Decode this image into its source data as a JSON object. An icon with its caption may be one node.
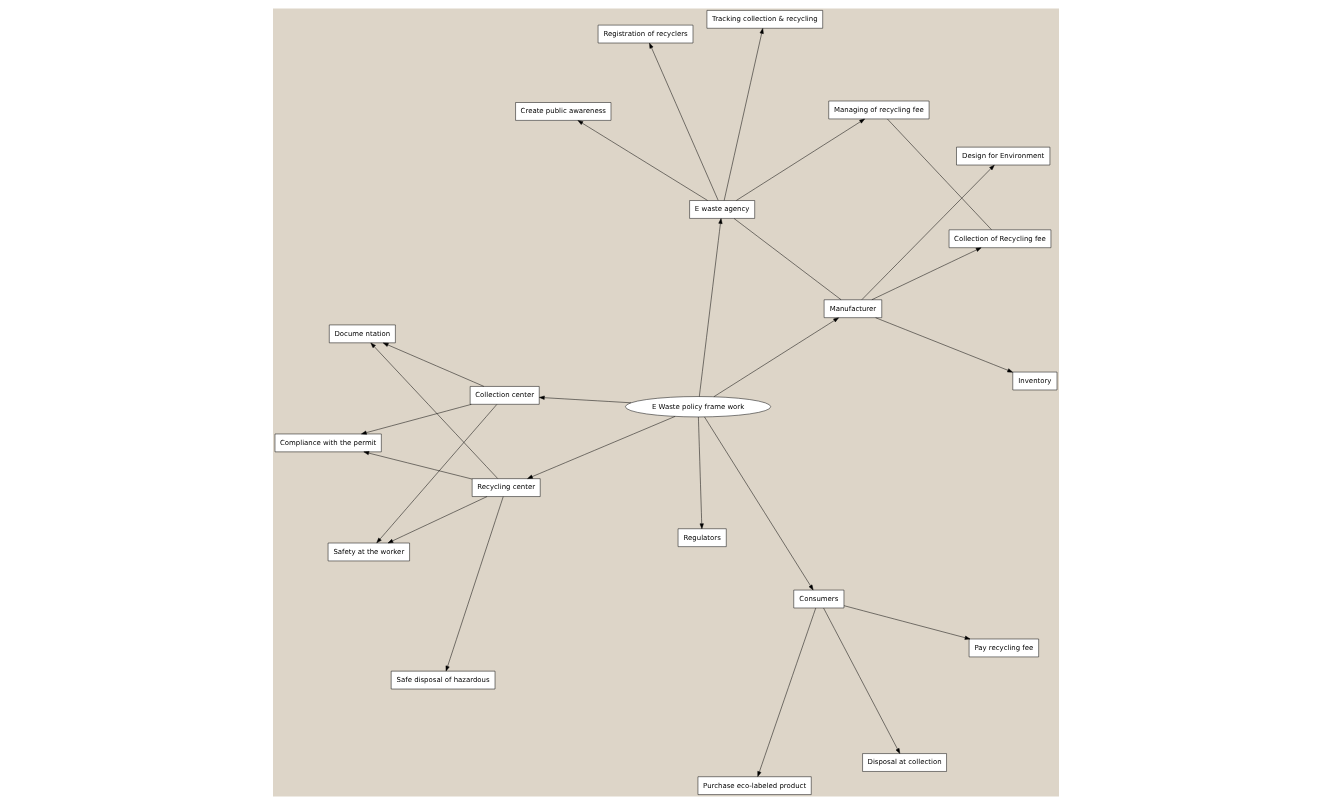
{
  "diagram": {
    "nodes": [
      {
        "text": [
          "E Waste policy frame work"
        ]
      },
      {
        "text": [
          "Safe disposal of hazardous"
        ]
      },
      {
        "text": [
          "Recycling center"
        ]
      },
      {
        "text": [
          "Docume ntation"
        ]
      },
      {
        "text": [
          "Safety at the worker"
        ]
      },
      {
        "text": [
          "Collection center"
        ]
      },
      {
        "text": [
          "Compliance with the permit"
        ]
      },
      {
        "text": [
          "Consumers"
        ]
      },
      {
        "text": [
          "Regulators"
        ]
      },
      {
        "text": [
          "Pay recycling fee"
        ]
      },
      {
        "text": [
          "Disposal at collection"
        ]
      },
      {
        "text": [
          "Purchase eco-labeled product"
        ]
      },
      {
        "text": [
          "Inventory"
        ]
      },
      {
        "text": [
          "Design for Environment"
        ]
      },
      {
        "text": [
          "Manufacturer"
        ]
      },
      {
        "text": [
          "Collection of Recycling fee"
        ]
      },
      {
        "text": [
          "Managing of recycling fee"
        ]
      },
      {
        "text": [
          "E waste agency"
        ]
      },
      {
        "text": [
          "Create public awareness"
        ]
      },
      {
        "text": [
          "Registration of recyclers"
        ]
      },
      {
        "text": [
          "Tracking collection & recycling"
        ]
      }
    ],
    "edges": [
      {
        "from": 0,
        "to": 2,
        "arrow": "to"
      },
      {
        "from": 0,
        "to": 5,
        "arrow": "to"
      },
      {
        "from": 0,
        "to": 7,
        "arrow": "to"
      },
      {
        "from": 0,
        "to": 8,
        "arrow": "to"
      },
      {
        "from": 0,
        "to": 14,
        "arrow": "to"
      },
      {
        "from": 0,
        "to": 17,
        "arrow": "to"
      },
      {
        "from": 2,
        "to": 1,
        "arrow": "to"
      },
      {
        "from": 2,
        "to": 3,
        "arrow": "to"
      },
      {
        "from": 2,
        "to": 4,
        "arrow": "to"
      },
      {
        "from": 2,
        "to": 6,
        "arrow": "to"
      },
      {
        "from": 5,
        "to": 3,
        "arrow": "to"
      },
      {
        "from": 5,
        "to": 4,
        "arrow": "to"
      },
      {
        "from": 5,
        "to": 6,
        "arrow": "to"
      },
      {
        "from": 7,
        "to": 9,
        "arrow": "to"
      },
      {
        "from": 7,
        "to": 10,
        "arrow": "to"
      },
      {
        "from": 7,
        "to": 11,
        "arrow": "to"
      },
      {
        "from": 14,
        "to": 12,
        "arrow": "to"
      },
      {
        "from": 14,
        "to": 13,
        "arrow": "to"
      },
      {
        "from": 14,
        "to": 15,
        "arrow": "to"
      },
      {
        "from": 15,
        "to": 16,
        "arrow": "none"
      },
      {
        "from": 14,
        "to": 17,
        "arrow": "none"
      },
      {
        "from": 17,
        "to": 16,
        "arrow": "to"
      },
      {
        "from": 17,
        "to": 18,
        "arrow": "to"
      },
      {
        "from": 17,
        "to": 19,
        "arrow": "to"
      },
      {
        "from": 17,
        "to": 20,
        "arrow": "to"
      }
    ]
  }
}
